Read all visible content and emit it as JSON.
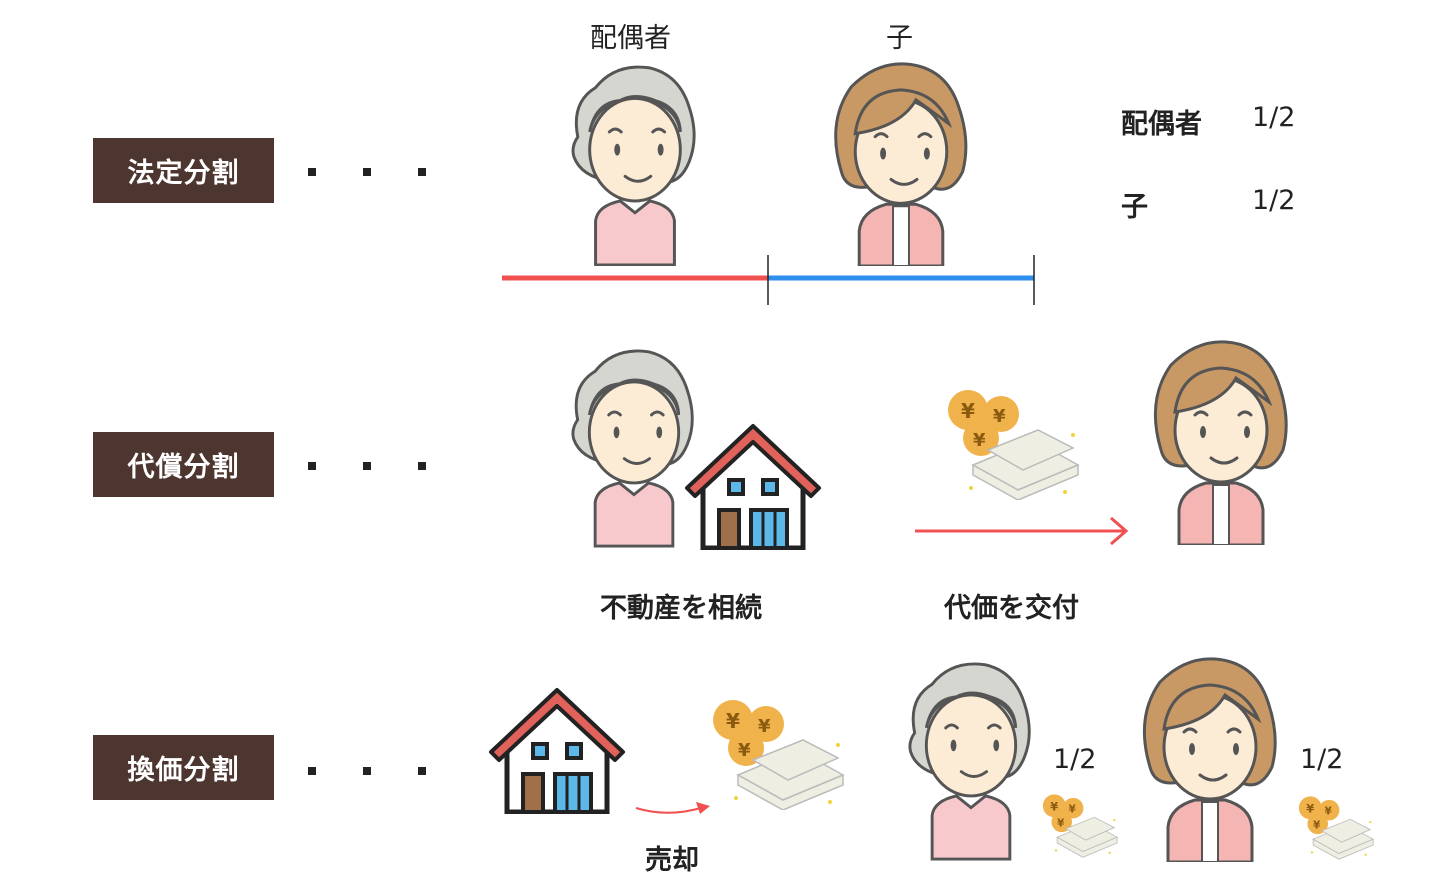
{
  "rows": [
    {
      "label": "法定分割"
    },
    {
      "label": "代償分割"
    },
    {
      "label": "換価分割"
    }
  ],
  "legal": {
    "spouse_label": "配偶者",
    "child_label": "子",
    "shares": [
      {
        "heir": "配偶者",
        "share": "1/2"
      },
      {
        "heir": "子",
        "share": "1/2"
      }
    ],
    "colors": {
      "spouse": "#f05050",
      "child": "#2f8fef"
    }
  },
  "compensation": {
    "inherit_caption": "不動産を相続",
    "pay_caption": "代価を交付"
  },
  "conversion": {
    "sale_caption": "売却",
    "spouse_share": "1/2",
    "child_share": "1/2"
  },
  "colors": {
    "label_bg": "#4e3630",
    "arrow": "#f05050"
  }
}
